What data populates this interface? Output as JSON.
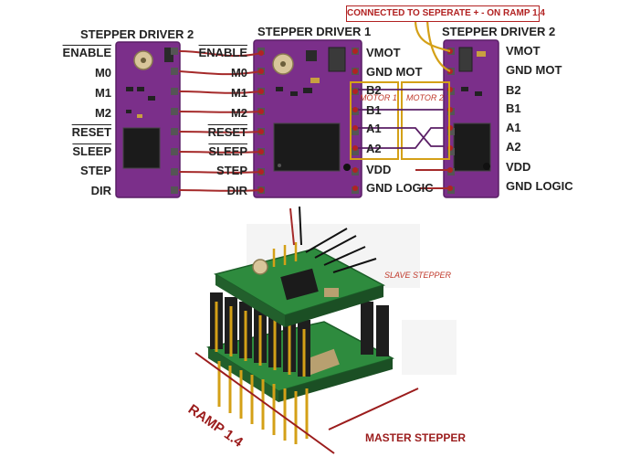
{
  "banner": "CONNECTED TO SEPERATE + - ON RAMP 1.4",
  "left_board": {
    "title": "STEPPER DRIVER 2",
    "pins": [
      "ENABLE",
      "M0",
      "M1",
      "M2",
      "RESET",
      "SLEEP",
      "STEP",
      "DIR"
    ]
  },
  "center_board": {
    "title": "STEPPER DRIVER 1",
    "left_pins": [
      "ENABLE",
      "M0",
      "M1",
      "M2",
      "RESET",
      "SLEEP",
      "STEP",
      "DIR"
    ],
    "right_pins": [
      "VMOT",
      "GND MOT",
      "B2",
      "B1",
      "A1",
      "A2",
      "VDD",
      "GND LOGIC"
    ],
    "motor_label": "MOTOR 1"
  },
  "right_board": {
    "title": "STEPPER DRIVER 2",
    "right_pins": [
      "VMOT",
      "GND MOT",
      "B2",
      "B1",
      "A1",
      "A2",
      "VDD",
      "GND LOGIC"
    ],
    "motor_label": "MOTOR 2"
  },
  "photo": {
    "slave_label": "SLAVE STEPPER",
    "master_label": "MASTER STEPPER",
    "ramp_label": "RAMP 1.4"
  },
  "colors": {
    "board": "#7b2f8a",
    "board_edge": "#5a1f66",
    "wire": "#a52a2a",
    "yellow": "#d4a017",
    "green_pcb": "#2e8b3e",
    "accent_red": "#b22222"
  }
}
